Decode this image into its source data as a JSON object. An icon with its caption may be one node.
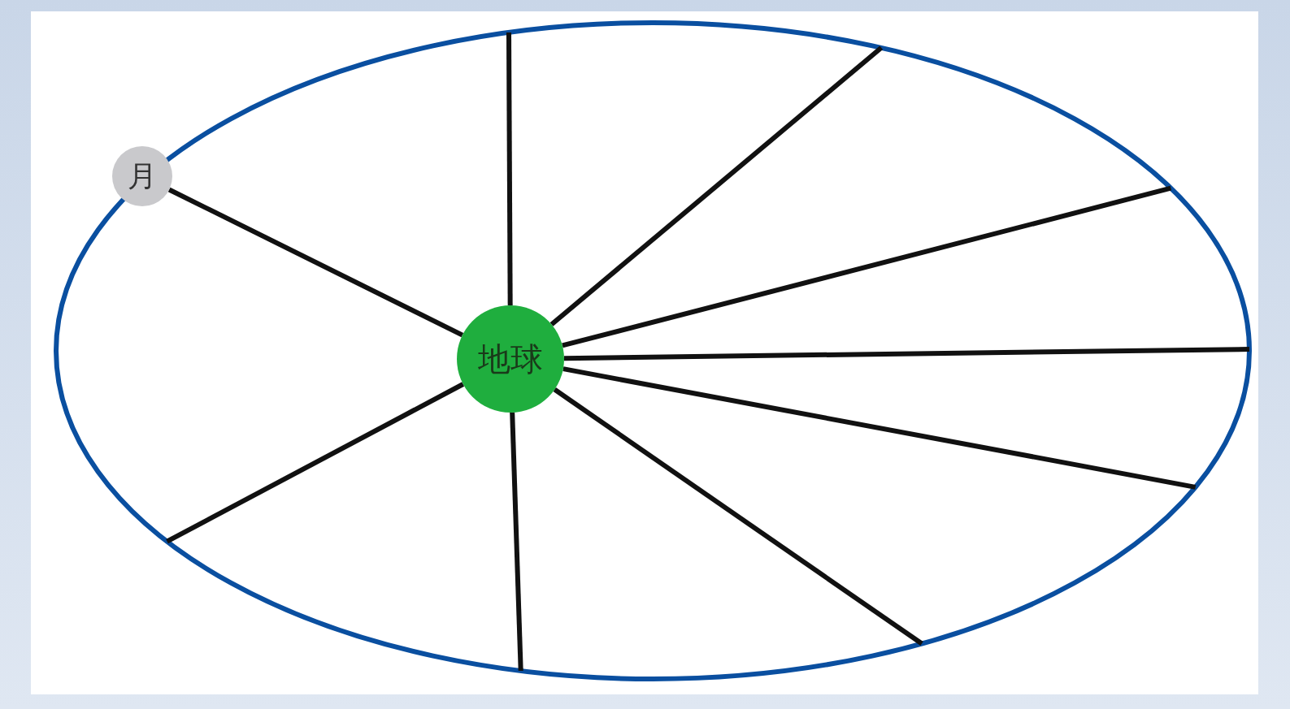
{
  "diagram": {
    "nodes": [
      {
        "text": [],
        "shape": "ellipse"
      },
      {
        "text": [
          "地球"
        ],
        "in": 0
      },
      {
        "text": [
          "月"
        ]
      }
    ],
    "edges": [
      {
        "from": 1,
        "to": 2,
        "arrow": "none"
      },
      {
        "from": 1,
        "to": 0,
        "arrow": "none"
      },
      {
        "from": 1,
        "to": 0,
        "arrow": "none"
      },
      {
        "from": 1,
        "to": 0,
        "arrow": "none"
      },
      {
        "from": 1,
        "to": 0,
        "arrow": "none"
      },
      {
        "from": 1,
        "to": 0,
        "arrow": "none"
      },
      {
        "from": 1,
        "to": 0,
        "arrow": "none"
      },
      {
        "from": 1,
        "to": 0,
        "arrow": "none"
      },
      {
        "from": 1,
        "to": 0,
        "arrow": "none"
      }
    ]
  }
}
